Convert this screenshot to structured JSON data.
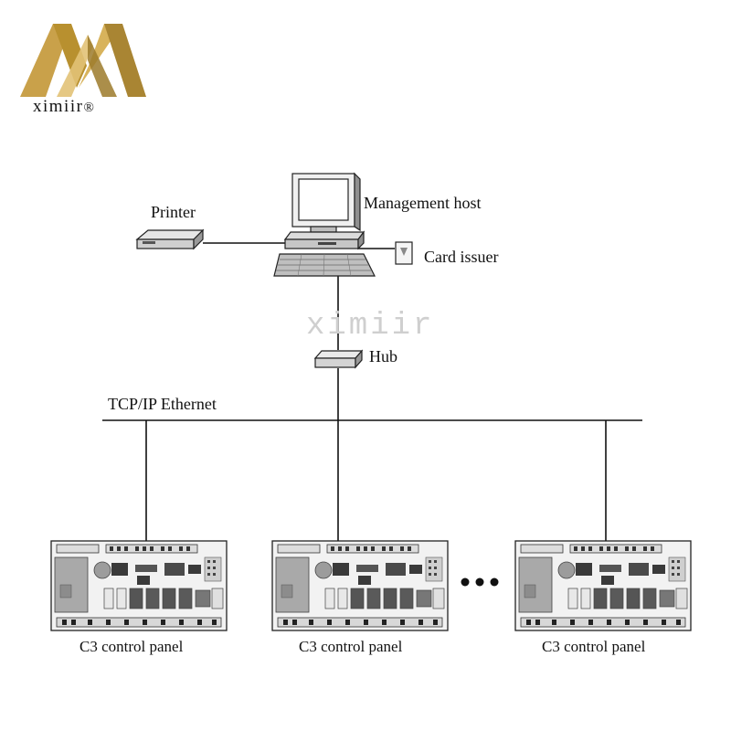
{
  "brand": {
    "name": "ximiir",
    "registered": "®",
    "gold": "#c9a14a",
    "gold_dark": "#8a6a22"
  },
  "watermark": {
    "text": "ximiir"
  },
  "nodes": {
    "printer": "Printer",
    "management_host": "Management host",
    "card_issuer": "Card issuer",
    "hub": "Hub",
    "network": "TCP/IP Ethernet",
    "panel_1": "C3 control panel",
    "panel_2": "C3 control panel",
    "panel_3": "C3 control panel"
  },
  "icons": [
    "printer-icon",
    "computer-icon",
    "card-issuer-icon",
    "hub-icon",
    "control-panel-icon",
    "ellipsis-icon"
  ]
}
